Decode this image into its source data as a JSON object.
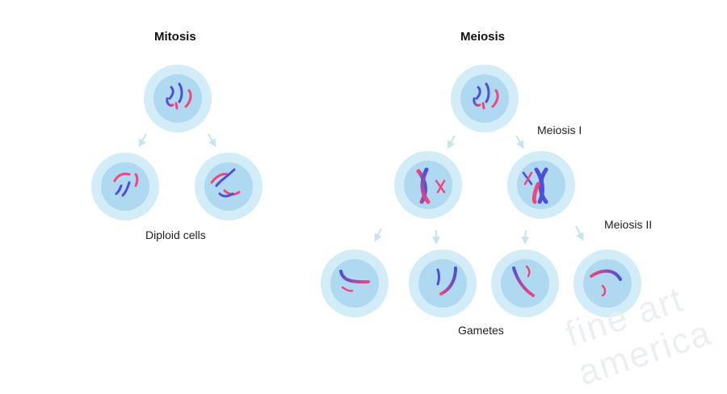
{
  "titles": {
    "mitosis": "Mitosis",
    "meiosis": "Meiosis"
  },
  "labels": {
    "diploid": "Diploid cells",
    "meiosis_1": "Meiosis I",
    "meiosis_2": "Meiosis II",
    "gametes": "Gametes"
  },
  "watermark": "fine art america",
  "colors": {
    "cell_outer": "#cfe9f7",
    "cell_inner": "#aed9f0",
    "chrom_blue": "#4d4fd6",
    "chrom_pink": "#f0467c",
    "arrow": "#c7e5ea"
  }
}
